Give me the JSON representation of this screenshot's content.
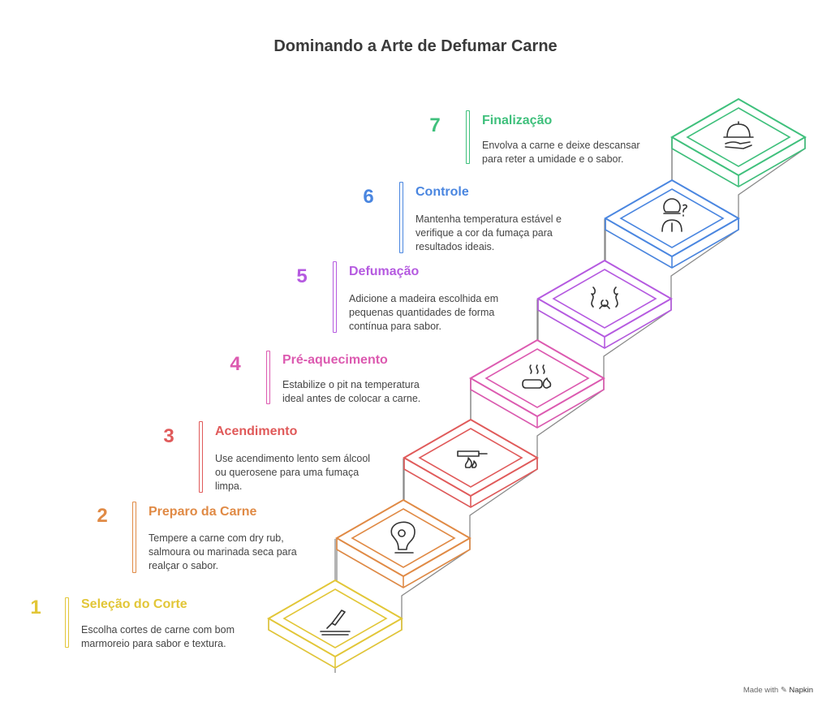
{
  "title": "Dominando a Arte de Defumar Carne",
  "steps": [
    {
      "number": "1",
      "title": "Seleção do Corte",
      "description": "Escolha cortes de carne com bom\nmarmoreio para sabor e textura.",
      "color": "#e2c637",
      "icon": "knife-on-grill-icon"
    },
    {
      "number": "2",
      "title": "Preparo da Carne",
      "description": "Tempere a carne com dry rub,\nsalmoura ou marinada seca para\nrealçar o sabor.",
      "color": "#e08a45",
      "icon": "seasoning-meat-icon"
    },
    {
      "number": "3",
      "title": "Acendimento",
      "description": "Use acendimento lento sem álcool\nou querosene para uma fumaça\nlimpa.",
      "color": "#e05a5a",
      "icon": "pan-on-fire-icon"
    },
    {
      "number": "4",
      "title": "Pré-aquecimento",
      "description": "Estabilize o pit na temperatura\nideal antes de colocar a carne.",
      "color": "#dc5ab0",
      "icon": "heating-pit-icon"
    },
    {
      "number": "5",
      "title": "Defumação",
      "description": "Adicione a madeira escolhida em\npequenas quantidades de forma\ncontínua para sabor.",
      "color": "#b55ae0",
      "icon": "smoke-icon"
    },
    {
      "number": "6",
      "title": "Controle",
      "description": "Mantenha temperatura estável e\nverifique a cor da fumaça para\nresultados ideais.",
      "color": "#4a86e0",
      "icon": "pitmaster-icon"
    },
    {
      "number": "7",
      "title": "Finalização",
      "description": "Envolva a carne e deixe descansar\npara reter a umidade e o sabor.",
      "color": "#3fc07c",
      "icon": "serving-cloche-icon"
    }
  ],
  "footer": {
    "prefix": "Made with",
    "brand": "Napkin"
  }
}
